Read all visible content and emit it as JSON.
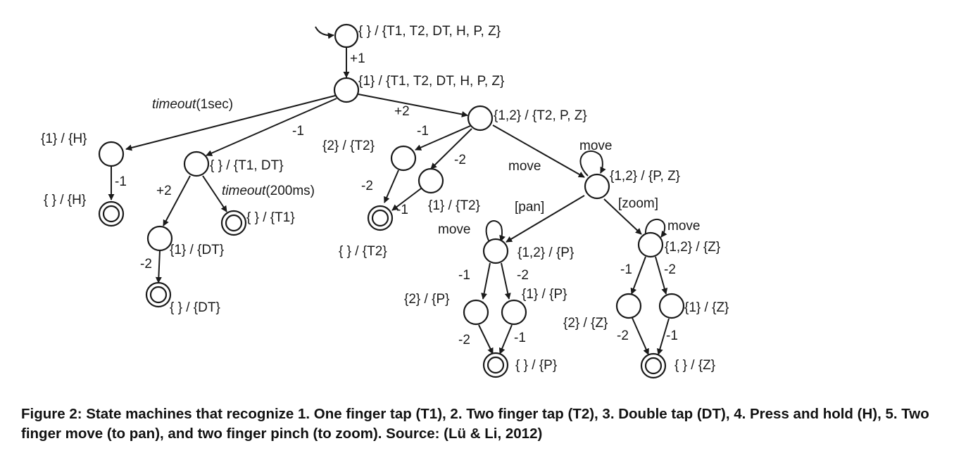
{
  "states": {
    "s0": "{ } / {T1, T2, DT, H, P, Z}",
    "s1": "{1} / {T1, T2, DT, H, P, Z}",
    "s12": "{1,2} / {T2, P, Z}",
    "hold": "{1} / {H}",
    "hold_end": "{ } / {H}",
    "tap_wait": "{ } / {T1, DT}",
    "tap_end": "{ } / {T1}",
    "dt1": "{1} / {DT}",
    "dt_end": "{ } / {DT}",
    "t2_2": "{2} / {T2}",
    "t2_1": "{1} / {T2}",
    "t2_end": "{ } / {T2}",
    "pz": "{1,2} / {P, Z}",
    "pan": "{1,2} / {P}",
    "pan_2": "{2} / {P}",
    "pan_1": "{1} / {P}",
    "pan_end": "{ } / {P}",
    "zoom": "{1,2} / {Z}",
    "zoom_2": "{2} / {Z}",
    "zoom_1": "{1} / {Z}",
    "zoom_end": "{ } / {Z}"
  },
  "edges": {
    "e_plus1": "+1",
    "e_timeout_fn": "timeout",
    "e_timeout_arg": "(1sec)",
    "e_minus1_a": "-1",
    "e_plus2_a": "+2",
    "e_minus1_b": "-1",
    "e_minus1_hold": "-1",
    "e_plus2_b": "+2",
    "e_timeout2_fn": "timeout",
    "e_timeout2_arg": "(200ms)",
    "e_minus2_dt": "-2",
    "e_minus2_c": "-2",
    "e_minus2_d": "-2",
    "e_minus1_c": "-1",
    "e_move_a": "move",
    "e_move_b": "move",
    "e_pan": "[pan]",
    "e_zoom": "[zoom]",
    "e_move_pan": "move",
    "e_move_zoom": "move",
    "e_pan_m1": "-1",
    "e_pan_m2": "-2",
    "e_pan_m2b": "-2",
    "e_pan_m1b": "-1",
    "e_zoom_m1": "-1",
    "e_zoom_m2": "-2",
    "e_zoom_m2b": "-2",
    "e_zoom_m1b": "-1"
  },
  "caption": "Figure 2: State machines that recognize 1. One finger tap (T1), 2. Two finger tap (T2), 3. Double tap (DT), 4. Press and hold (H), 5. Two finger move (to pan), and two finger pinch (to zoom).  Source: (Lü & Li, 2012)"
}
